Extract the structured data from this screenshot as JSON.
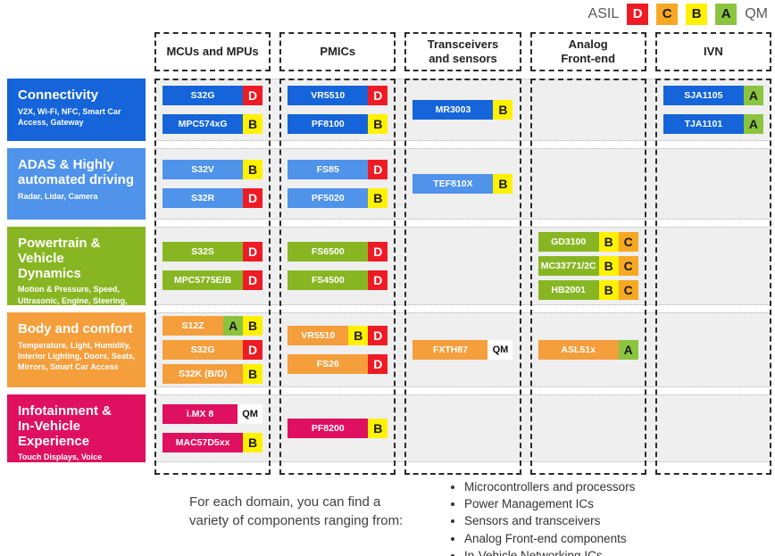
{
  "legend": {
    "label": "ASIL",
    "badges": [
      "D",
      "C",
      "B",
      "A"
    ],
    "qm_label": "QM"
  },
  "badge_styles": {
    "D": {
      "bg": "#EE1B24",
      "fg": "#FFFFFF"
    },
    "C": {
      "bg": "#F7A823",
      "fg": "#1A1A1A"
    },
    "B": {
      "bg": "#FFF100",
      "fg": "#1A1A1A"
    },
    "A": {
      "bg": "#8BC540",
      "fg": "#1A1A1A"
    },
    "QM": {
      "bg": "#FFFFFF",
      "fg": "#111111"
    }
  },
  "columns": [
    {
      "label": "MCUs and MPUs"
    },
    {
      "label": "PMICs"
    },
    {
      "label": "Transceivers\nand sensors"
    },
    {
      "label": "Analog\nFront-end"
    },
    {
      "label": "IVN"
    }
  ],
  "rows": [
    {
      "id": "connectivity",
      "title": "Connectivity",
      "subtitle": "V2X, Wi-Fi, NFC, Smart Car Access, Gateway",
      "color": "#1564D9",
      "cells": [
        [
          {
            "label": "S32G",
            "badges": [
              "D"
            ]
          },
          {
            "label": "MPC574xG",
            "badges": [
              "B"
            ]
          }
        ],
        [
          {
            "label": "VR5510",
            "badges": [
              "D"
            ]
          },
          {
            "label": "PF8100",
            "badges": [
              "B"
            ]
          }
        ],
        [
          {
            "label": "MR3003",
            "badges": [
              "B"
            ]
          }
        ],
        [],
        [
          {
            "label": "SJA1105",
            "badges": [
              "A"
            ]
          },
          {
            "label": "TJA1101",
            "badges": [
              "A"
            ]
          }
        ]
      ]
    },
    {
      "id": "adas",
      "title": "ADAS & Highly\nautomated driving",
      "subtitle": "Radar, Lidar, Camera",
      "color": "#4F93EA",
      "cells": [
        [
          {
            "label": "S32V",
            "badges": [
              "B"
            ]
          },
          {
            "label": "S32R",
            "badges": [
              "D"
            ]
          }
        ],
        [
          {
            "label": "FS85",
            "badges": [
              "D"
            ]
          },
          {
            "label": "PF5020",
            "badges": [
              "B"
            ]
          }
        ],
        [
          {
            "label": "TEF810X",
            "badges": [
              "B"
            ]
          }
        ],
        [],
        []
      ]
    },
    {
      "id": "powertrain",
      "title": "Powertrain & Vehicle\nDynamics",
      "subtitle": "Motion & Pressure, Speed, Ultrasonic, Engine, Steering, Airbag, Transmission, Brake, Suspension",
      "color": "#88B623",
      "cells": [
        [
          {
            "label": "S32S",
            "badges": [
              "D"
            ]
          },
          {
            "label": "MPC5775E/B",
            "badges": [
              "D"
            ]
          }
        ],
        [
          {
            "label": "FS6500",
            "badges": [
              "D"
            ]
          },
          {
            "label": "FS4500",
            "badges": [
              "D"
            ]
          }
        ],
        [],
        [
          {
            "label": "GD3100",
            "badges": [
              "B",
              "C"
            ]
          },
          {
            "label": "MC33771/2C",
            "badges": [
              "B",
              "C"
            ]
          },
          {
            "label": "HB2001",
            "badges": [
              "B",
              "C"
            ]
          }
        ],
        []
      ]
    },
    {
      "id": "body-comfort",
      "title": "Body and comfort",
      "subtitle": "Temperature, Light, Humidity, Interior Lighting, Doors, Seats, Mirrors, Smart Car Access",
      "color": "#F49F3C",
      "cells": [
        [
          {
            "label": "S12Z",
            "badges": [
              "A",
              "B"
            ]
          },
          {
            "label": "S32G",
            "badges": [
              "D"
            ]
          },
          {
            "label": "S32K (B/D)",
            "badges": [
              "B"
            ]
          }
        ],
        [
          {
            "label": "VR5510",
            "badges": [
              "B",
              "D"
            ]
          },
          {
            "label": "FS26",
            "badges": [
              "D"
            ]
          }
        ],
        [
          {
            "label": "FXTH87",
            "badges": [
              "QM"
            ]
          }
        ],
        [
          {
            "label": "ASL51x",
            "badges": [
              "A"
            ]
          }
        ],
        []
      ]
    },
    {
      "id": "infotainment",
      "title": "Infotainment &\nIn-Vehicle Experience",
      "subtitle": "Touch Displays, Voice Recognition, Audio, eCockpit, Audio & Amplifiers",
      "color": "#DF1060",
      "cells": [
        [
          {
            "label": "i.MX 8",
            "badges": [
              "QM"
            ]
          },
          {
            "label": "MAC57D5xx",
            "badges": [
              "B"
            ]
          }
        ],
        [
          {
            "label": "PF8200",
            "badges": [
              "B"
            ]
          }
        ],
        [],
        [],
        []
      ]
    }
  ],
  "footer": {
    "intro": "For each domain, you can find a variety of components ranging from:",
    "bullets": [
      "Microcontrollers and processors",
      "Power Management ICs",
      "Sensors and transceivers",
      "Analog Front-end components",
      "In-Vehicle Networking ICs"
    ]
  }
}
